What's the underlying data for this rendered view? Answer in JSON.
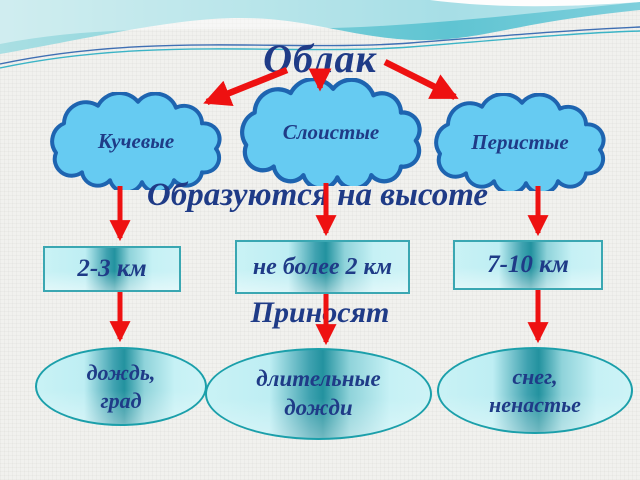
{
  "slide": {
    "title": "Облак",
    "headings": {
      "form_at_height": "Образуются на высоте",
      "bring": "Приносят"
    },
    "clouds": [
      {
        "label": "Кучевые"
      },
      {
        "label": "Слоистые"
      },
      {
        "label": "Перистые"
      }
    ],
    "heights": [
      {
        "label": "2-3 км"
      },
      {
        "label": "не более 2 км"
      },
      {
        "label": "7-10 км"
      }
    ],
    "effects": [
      {
        "line1": "дождь,",
        "line2": "град"
      },
      {
        "line1": "длительные",
        "line2": "дожди"
      },
      {
        "line1": "снег,",
        "line2": "ненастье"
      }
    ],
    "colors": {
      "text_navy": "#1F3B87",
      "arrow_red": "#EE1111",
      "cloud_fill": "#66CBF2",
      "cloud_outline": "#1E64B0",
      "box_fill_light": "#C4F0F4",
      "box_fill_dark": "#23929F",
      "box_border": "#3AA7B2",
      "ellipse_border": "#1B9FAA",
      "wave_teal": "#74CBD6",
      "background": "#F1F1EE"
    }
  }
}
